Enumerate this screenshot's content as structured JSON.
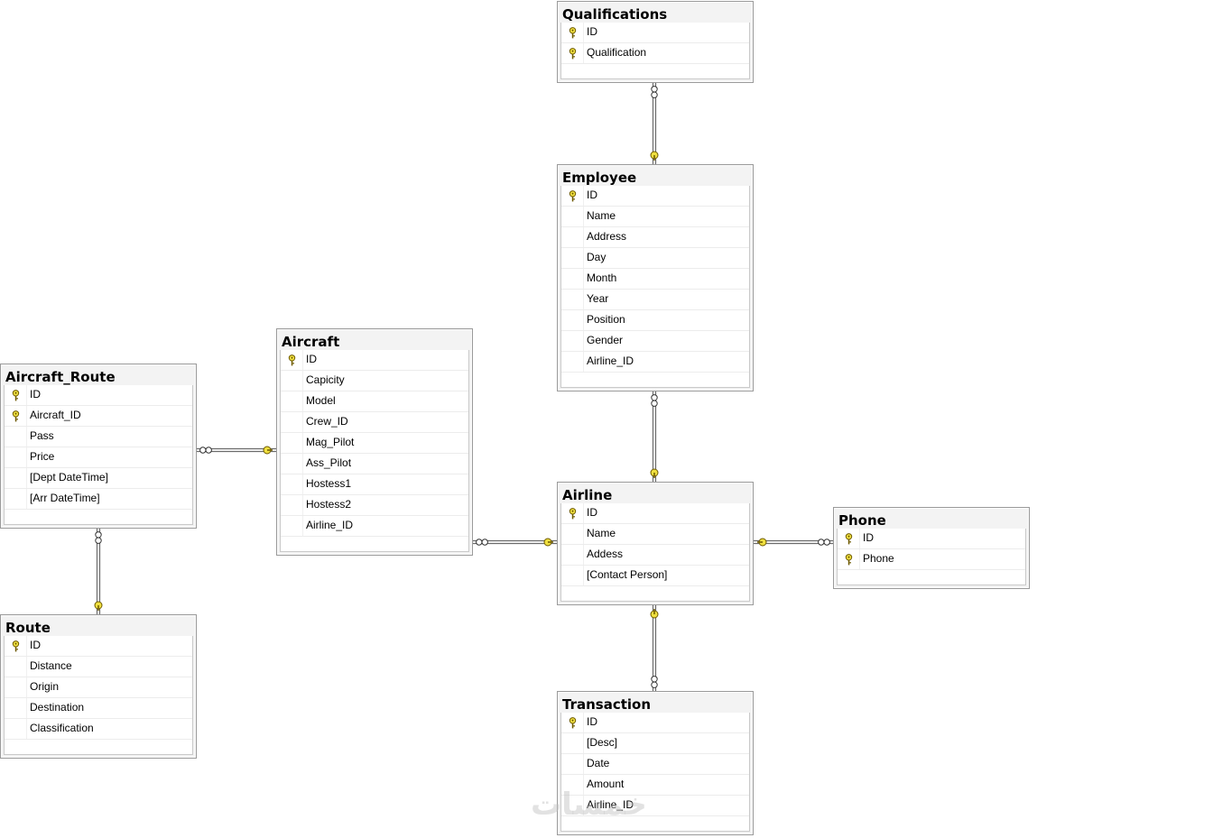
{
  "tables": {
    "qualifications": {
      "name": "Qualifications",
      "columns": [
        {
          "name": "ID",
          "key": true
        },
        {
          "name": "Qualification",
          "key": true
        }
      ]
    },
    "employee": {
      "name": "Employee",
      "columns": [
        {
          "name": "ID",
          "key": true
        },
        {
          "name": "Name",
          "key": false
        },
        {
          "name": "Address",
          "key": false
        },
        {
          "name": "Day",
          "key": false
        },
        {
          "name": "Month",
          "key": false
        },
        {
          "name": "Year",
          "key": false
        },
        {
          "name": "Position",
          "key": false
        },
        {
          "name": "Gender",
          "key": false
        },
        {
          "name": "Airline_ID",
          "key": false
        }
      ]
    },
    "aircraft": {
      "name": "Aircraft",
      "columns": [
        {
          "name": "ID",
          "key": true
        },
        {
          "name": "Capicity",
          "key": false
        },
        {
          "name": "Model",
          "key": false
        },
        {
          "name": "Crew_ID",
          "key": false
        },
        {
          "name": "Mag_Pilot",
          "key": false
        },
        {
          "name": "Ass_Pilot",
          "key": false
        },
        {
          "name": "Hostess1",
          "key": false
        },
        {
          "name": "Hostess2",
          "key": false
        },
        {
          "name": "Airline_ID",
          "key": false
        }
      ]
    },
    "aircraft_route": {
      "name": "Aircraft_Route",
      "columns": [
        {
          "name": "ID",
          "key": true
        },
        {
          "name": "Aircraft_ID",
          "key": true
        },
        {
          "name": "Pass",
          "key": false
        },
        {
          "name": "Price",
          "key": false
        },
        {
          "name": "[Dept DateTime]",
          "key": false
        },
        {
          "name": "[Arr DateTime]",
          "key": false
        }
      ]
    },
    "route": {
      "name": "Route",
      "columns": [
        {
          "name": "ID",
          "key": true
        },
        {
          "name": "Distance",
          "key": false
        },
        {
          "name": "Origin",
          "key": false
        },
        {
          "name": "Destination",
          "key": false
        },
        {
          "name": "Classification",
          "key": false
        }
      ]
    },
    "airline": {
      "name": "Airline",
      "columns": [
        {
          "name": "ID",
          "key": true
        },
        {
          "name": "Name",
          "key": false
        },
        {
          "name": "Addess",
          "key": false
        },
        {
          "name": "[Contact Person]",
          "key": false
        }
      ]
    },
    "phone": {
      "name": "Phone",
      "columns": [
        {
          "name": "ID",
          "key": true
        },
        {
          "name": "Phone",
          "key": true
        }
      ]
    },
    "transaction": {
      "name": "Transaction",
      "columns": [
        {
          "name": "ID",
          "key": true
        },
        {
          "name": "[Desc]",
          "key": false
        },
        {
          "name": "Date",
          "key": false
        },
        {
          "name": "Amount",
          "key": false
        },
        {
          "name": "Airline_ID",
          "key": false
        }
      ]
    }
  },
  "relationships": [
    {
      "from": "qualifications",
      "to": "employee"
    },
    {
      "from": "employee",
      "to": "airline"
    },
    {
      "from": "aircraft_route",
      "to": "aircraft"
    },
    {
      "from": "aircraft_route",
      "to": "route"
    },
    {
      "from": "aircraft",
      "to": "airline"
    },
    {
      "from": "phone",
      "to": "airline"
    },
    {
      "from": "transaction",
      "to": "airline"
    }
  ],
  "colors": {
    "key_icon": "#f0e040",
    "key_icon_stroke": "#6e5a00",
    "connector": "#6b6b6b",
    "table_border": "#9a9a9a"
  },
  "icons": {
    "primary_key": "key-icon",
    "many_end": "infinity-icon",
    "one_end": "key-icon"
  },
  "watermark": "خمسات"
}
